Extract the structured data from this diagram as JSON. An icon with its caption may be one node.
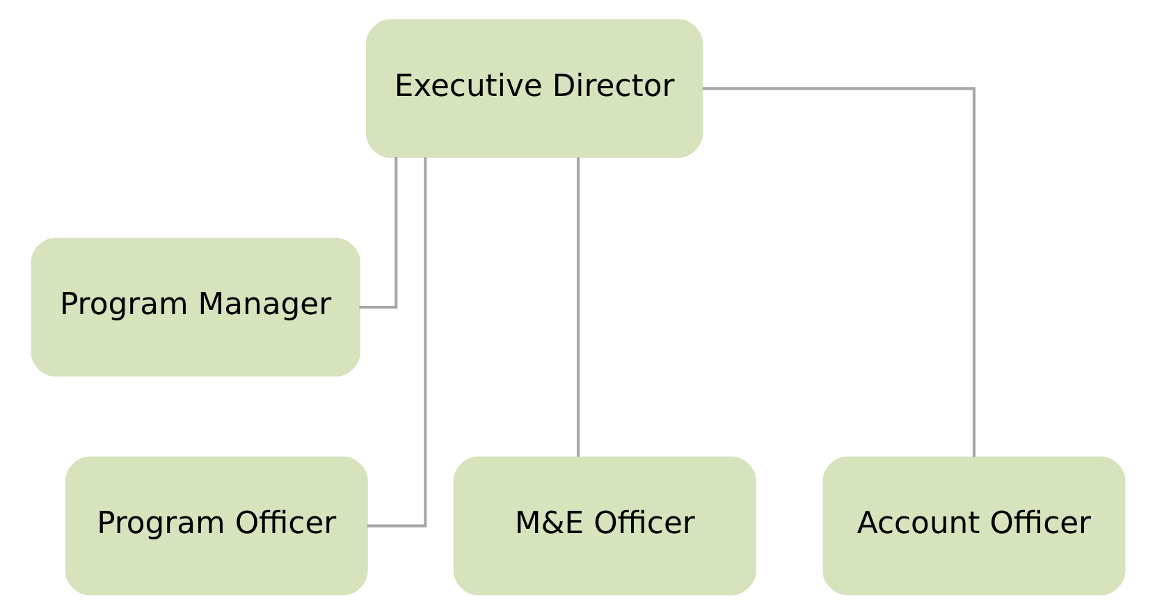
{
  "diagram": {
    "nodes": [
      {
        "text": [
          "Executive Director"
        ]
      },
      {
        "text": [
          "Program Manager"
        ]
      },
      {
        "text": [
          "Program Officer"
        ]
      },
      {
        "text": [
          "M&E Officer"
        ]
      },
      {
        "text": [
          "Account Officer"
        ]
      }
    ],
    "edges": [
      {
        "from": 0,
        "to": 1,
        "arrow": "none"
      },
      {
        "from": 0,
        "to": 2,
        "arrow": "none"
      },
      {
        "from": 0,
        "to": 3,
        "arrow": "none"
      },
      {
        "from": 0,
        "to": 4,
        "arrow": "none"
      }
    ]
  }
}
